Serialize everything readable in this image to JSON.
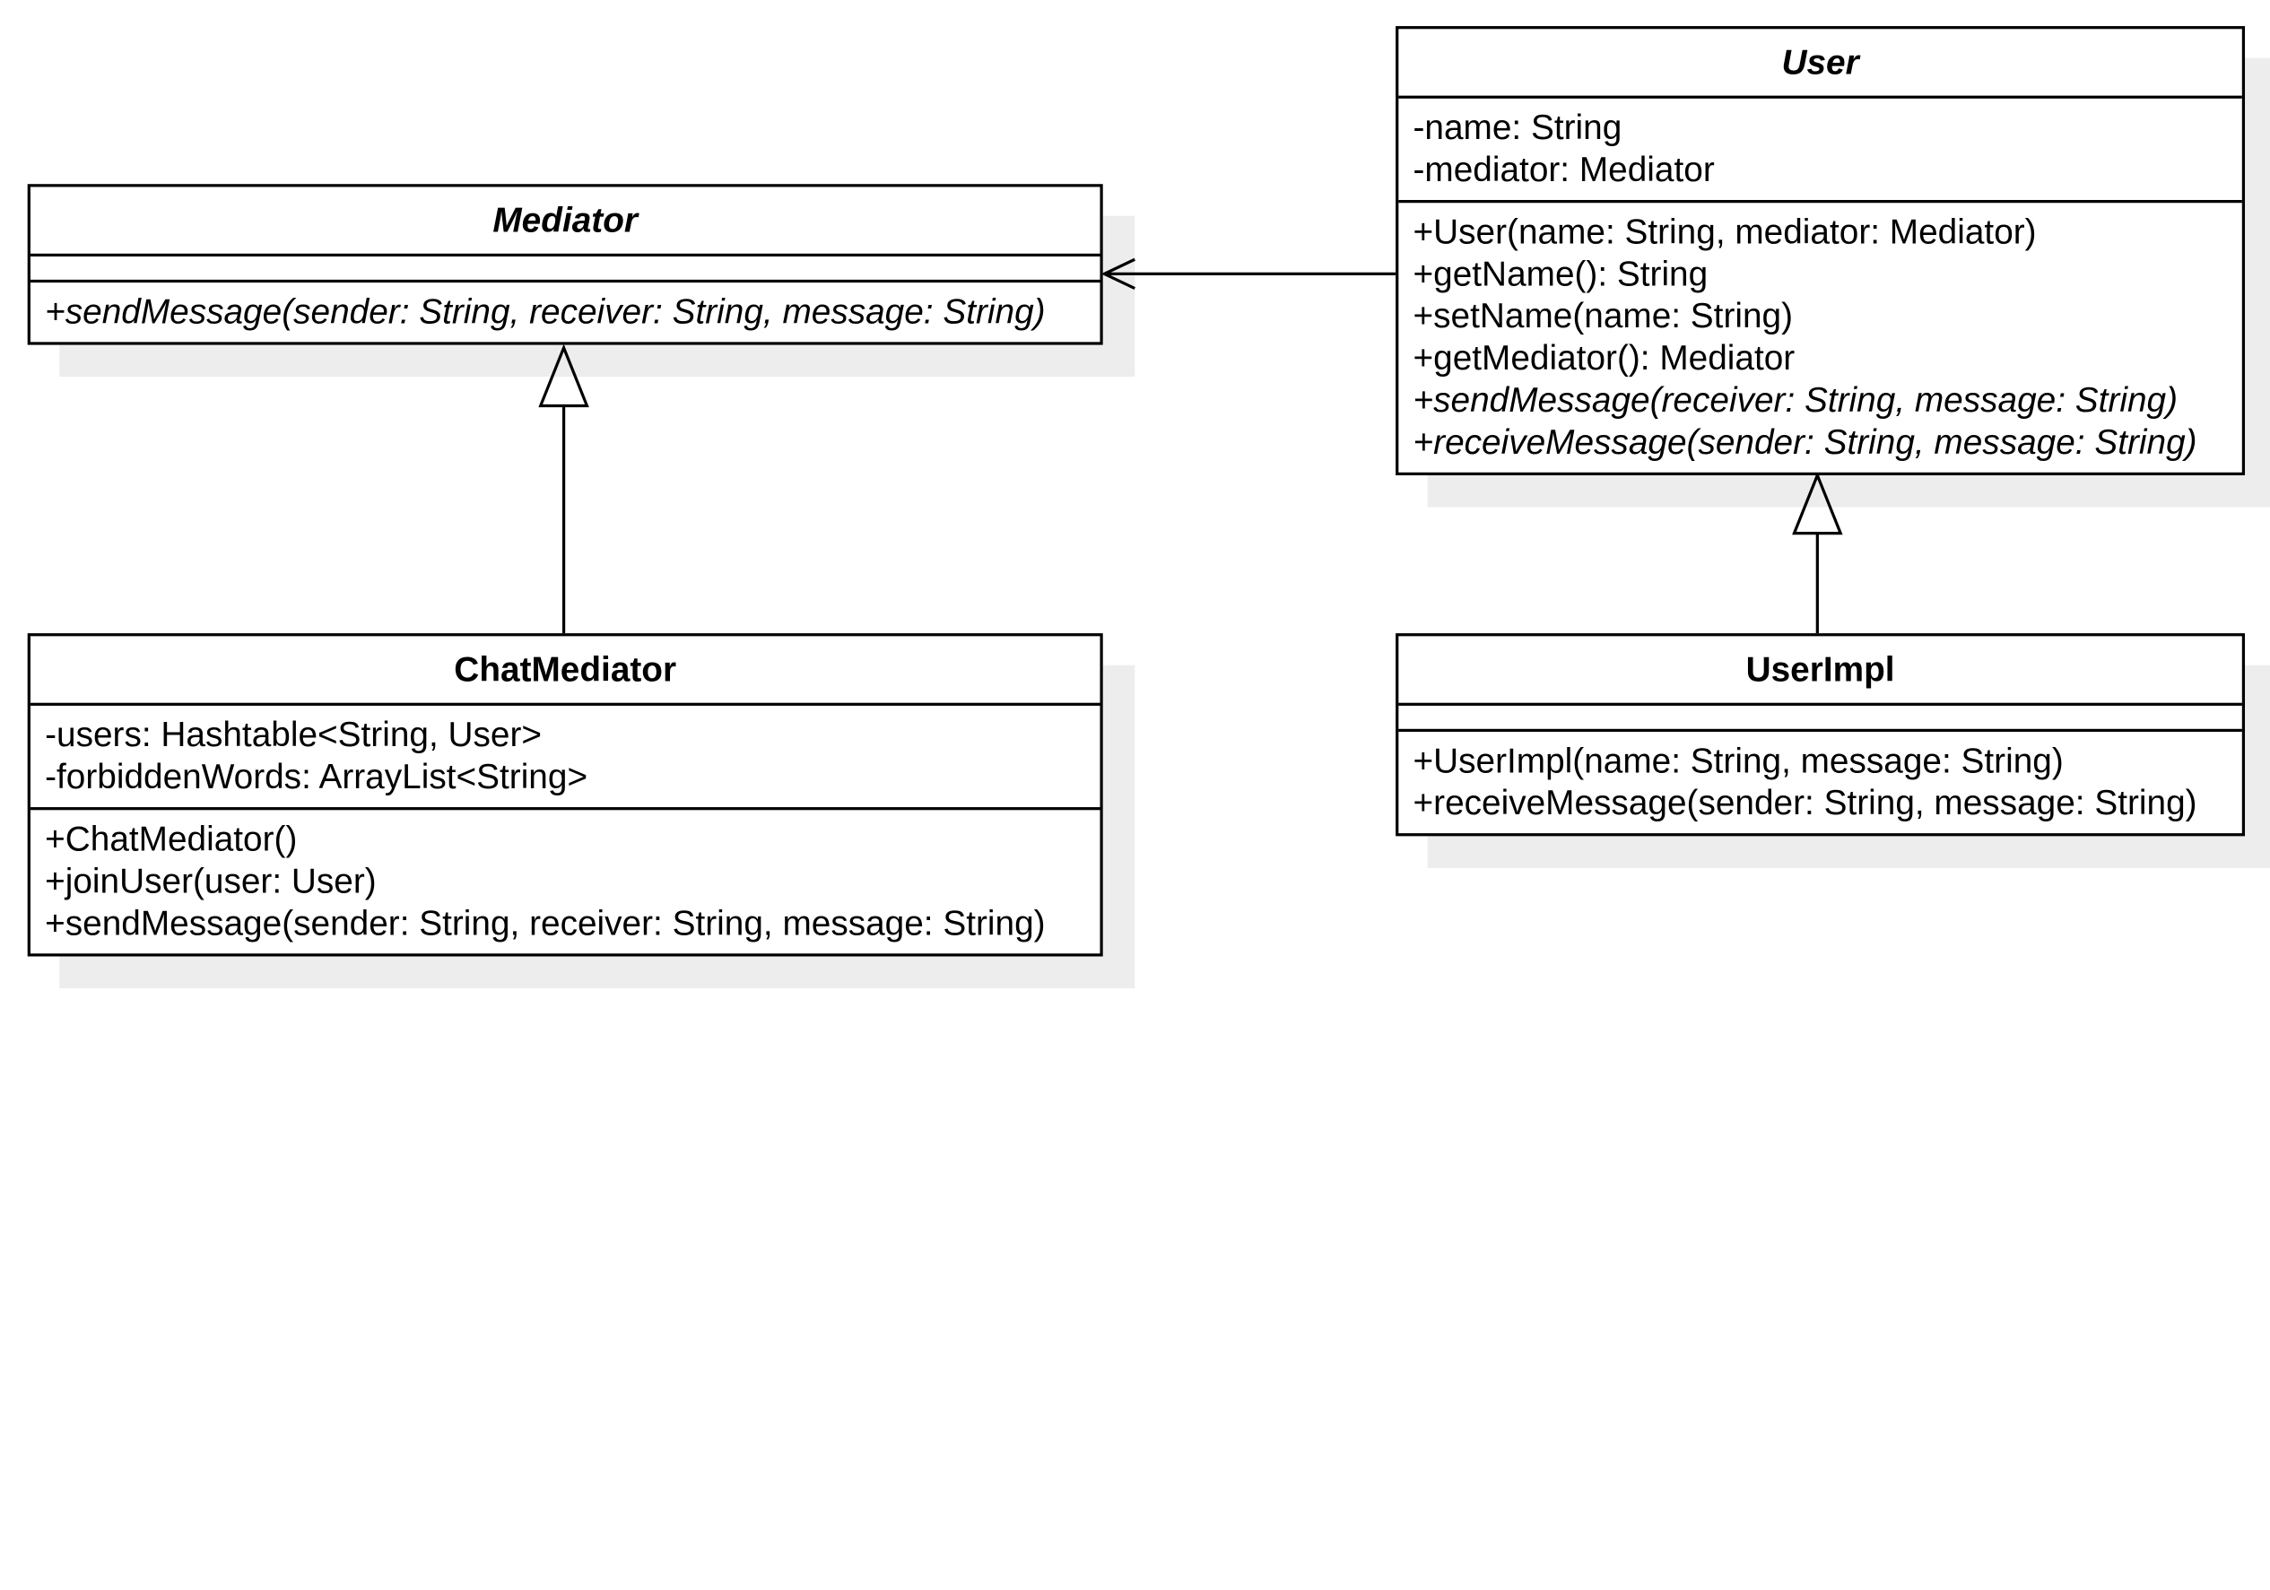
{
  "classes": {
    "mediator": {
      "name": "Mediator",
      "attributes": [],
      "methods": [
        "+sendMessage(sender: String, receiver: String, message: String)"
      ]
    },
    "user": {
      "name": "User",
      "attributes": [
        "-name: String",
        "-mediator: Mediator"
      ],
      "methods": [
        "+User(name: String, mediator: Mediator)",
        "+getName(): String",
        "+setName(name: String)",
        "+getMediator(): Mediator",
        "+sendMessage(receiver: String, message: String)",
        "+receiveMessage(sender: String, message: String)"
      ]
    },
    "chat_mediator": {
      "name": "ChatMediator",
      "attributes": [
        "-users: Hashtable<String, User>",
        "-forbiddenWords: ArrayList<String>"
      ],
      "methods": [
        "+ChatMediator()",
        "+joinUser(user: User)",
        "+sendMessage(sender: String, receiver: String, message: String)"
      ]
    },
    "user_impl": {
      "name": "UserImpl",
      "attributes": [],
      "methods": [
        "+UserImpl(name: String, message: String)",
        "+receiveMessage(sender: String, message: String)"
      ]
    }
  },
  "relationships": [
    {
      "type": "association",
      "from": "User",
      "to": "Mediator"
    },
    {
      "type": "generalization",
      "from": "ChatMediator",
      "to": "Mediator"
    },
    {
      "type": "generalization",
      "from": "UserImpl",
      "to": "User"
    }
  ]
}
